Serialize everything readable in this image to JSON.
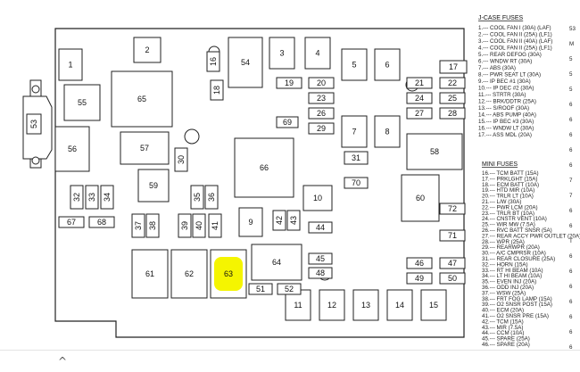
{
  "diagram": {
    "section_j_case": "J-CASE FUSES",
    "section_mini": "MINI FUSES",
    "highlight_color": "#f5f500",
    "line_color": "#222222",
    "j_case_legend": [
      "1.--- COOL FAN I (30A) (LAF)",
      "2.--- COOL FAN II (25A) (LF1)",
      "3.--- COOL FAN II (40A) (LAF)",
      "4.--- COOL FAN II (25A) (LF1)",
      "5.--- REAR DEFOG (30A)",
      "6.--- WNDW RT (30A)",
      "7.--- ABS (30A)",
      "8.--- PWR SEAT LT (30A)",
      "9.--- IP BEC #1 (30A)",
      "10.--- IP DEC #2 (30A)",
      "11.--- STRTR (30A)",
      "12.--- BRK/DDTR (25A)",
      "13.--- S/ROOF (30A)",
      "14.--- ABS PUMP (40A)",
      "15.--- IP BEC #3 (30A)",
      "16.--- WNDW LT (30A)",
      "17.--- ASS MDL (20A)"
    ],
    "mini_legend": [
      "16.--- TCM BATT (15A)",
      "17.--- PRKLGHT (15A)",
      "18.--- ECM BATT (10A)",
      "19.--- HTD MIR (10A)",
      "20.--- TRLR LT (10A)",
      "21.--- L/W (30A)",
      "22.--- PWR LCM (20A)",
      "23.--- TRLR BT (10A)",
      "24.--- CNSTR VENT (10A)",
      "25.--- WIR MW (7.5A)",
      "26.--- RVC BATT SNSR (5A)",
      "27.--- REAR ACCY PWR OUTLET (20A)",
      "28.--- WPR (25A)",
      "29.--- REARWPR (20A)",
      "30.--- A/C CMPRSR (10A)",
      "31.--- REAR CLOSURE (25A)",
      "32.--- HORN (15A)",
      "33.--- RT HI BEAM (10A)",
      "34.--- LT HI BEAM (10A)",
      "35.--- EVEN INJ (20A)",
      "36.--- ODD INJ (20A)",
      "37.--- WSW (25A)",
      "38.--- FRT FOG LAMP (15A)",
      "39.--- O2 SNSR POST (15A)",
      "40.--- ECM (20A)",
      "41.--- O2 SNSR PRE (15A)",
      "42.--- TCM (15A)",
      "43.--- MIR (7.5A)",
      "44.--- CCM (10A)",
      "45.--- SPARE (25A)",
      "46.--- SPARE (20A)"
    ],
    "right_edge_labels": [
      "53",
      "M",
      "5",
      "5",
      "5",
      "6",
      "6",
      "6",
      "6",
      "6",
      "7",
      "7",
      "6",
      "6",
      "T",
      "6",
      "6",
      "6",
      "6",
      "6",
      "6",
      "6"
    ],
    "fuses": [
      {
        "id": "1"
      },
      {
        "id": "2"
      },
      {
        "id": "3"
      },
      {
        "id": "4"
      },
      {
        "id": "5"
      },
      {
        "id": "6"
      },
      {
        "id": "7"
      },
      {
        "id": "8"
      },
      {
        "id": "9"
      },
      {
        "id": "10"
      },
      {
        "id": "11"
      },
      {
        "id": "12"
      },
      {
        "id": "13"
      },
      {
        "id": "14"
      },
      {
        "id": "15"
      },
      {
        "id": "16"
      },
      {
        "id": "17"
      },
      {
        "id": "18"
      },
      {
        "id": "19"
      },
      {
        "id": "20"
      },
      {
        "id": "21"
      },
      {
        "id": "22"
      },
      {
        "id": "23"
      },
      {
        "id": "24"
      },
      {
        "id": "25"
      },
      {
        "id": "26"
      },
      {
        "id": "27"
      },
      {
        "id": "28"
      },
      {
        "id": "29"
      },
      {
        "id": "30"
      },
      {
        "id": "31"
      },
      {
        "id": "32"
      },
      {
        "id": "33"
      },
      {
        "id": "34"
      },
      {
        "id": "35"
      },
      {
        "id": "36"
      },
      {
        "id": "37"
      },
      {
        "id": "38"
      },
      {
        "id": "39"
      },
      {
        "id": "40"
      },
      {
        "id": "41"
      },
      {
        "id": "42"
      },
      {
        "id": "43"
      },
      {
        "id": "44"
      },
      {
        "id": "45"
      },
      {
        "id": "46"
      },
      {
        "id": "47"
      },
      {
        "id": "48"
      },
      {
        "id": "49"
      },
      {
        "id": "50"
      },
      {
        "id": "51"
      },
      {
        "id": "52"
      },
      {
        "id": "53"
      },
      {
        "id": "54"
      },
      {
        "id": "55"
      },
      {
        "id": "56"
      },
      {
        "id": "57"
      },
      {
        "id": "58"
      },
      {
        "id": "59"
      },
      {
        "id": "60"
      },
      {
        "id": "61"
      },
      {
        "id": "62"
      },
      {
        "id": "63",
        "highlighted": true
      },
      {
        "id": "64"
      },
      {
        "id": "65"
      },
      {
        "id": "66"
      },
      {
        "id": "67"
      },
      {
        "id": "68"
      },
      {
        "id": "69"
      },
      {
        "id": "70"
      },
      {
        "id": "71"
      },
      {
        "id": "72"
      }
    ]
  },
  "bottom_bar": {
    "expand_icon": "chevron-up-icon",
    "expand_glyph": "^"
  }
}
